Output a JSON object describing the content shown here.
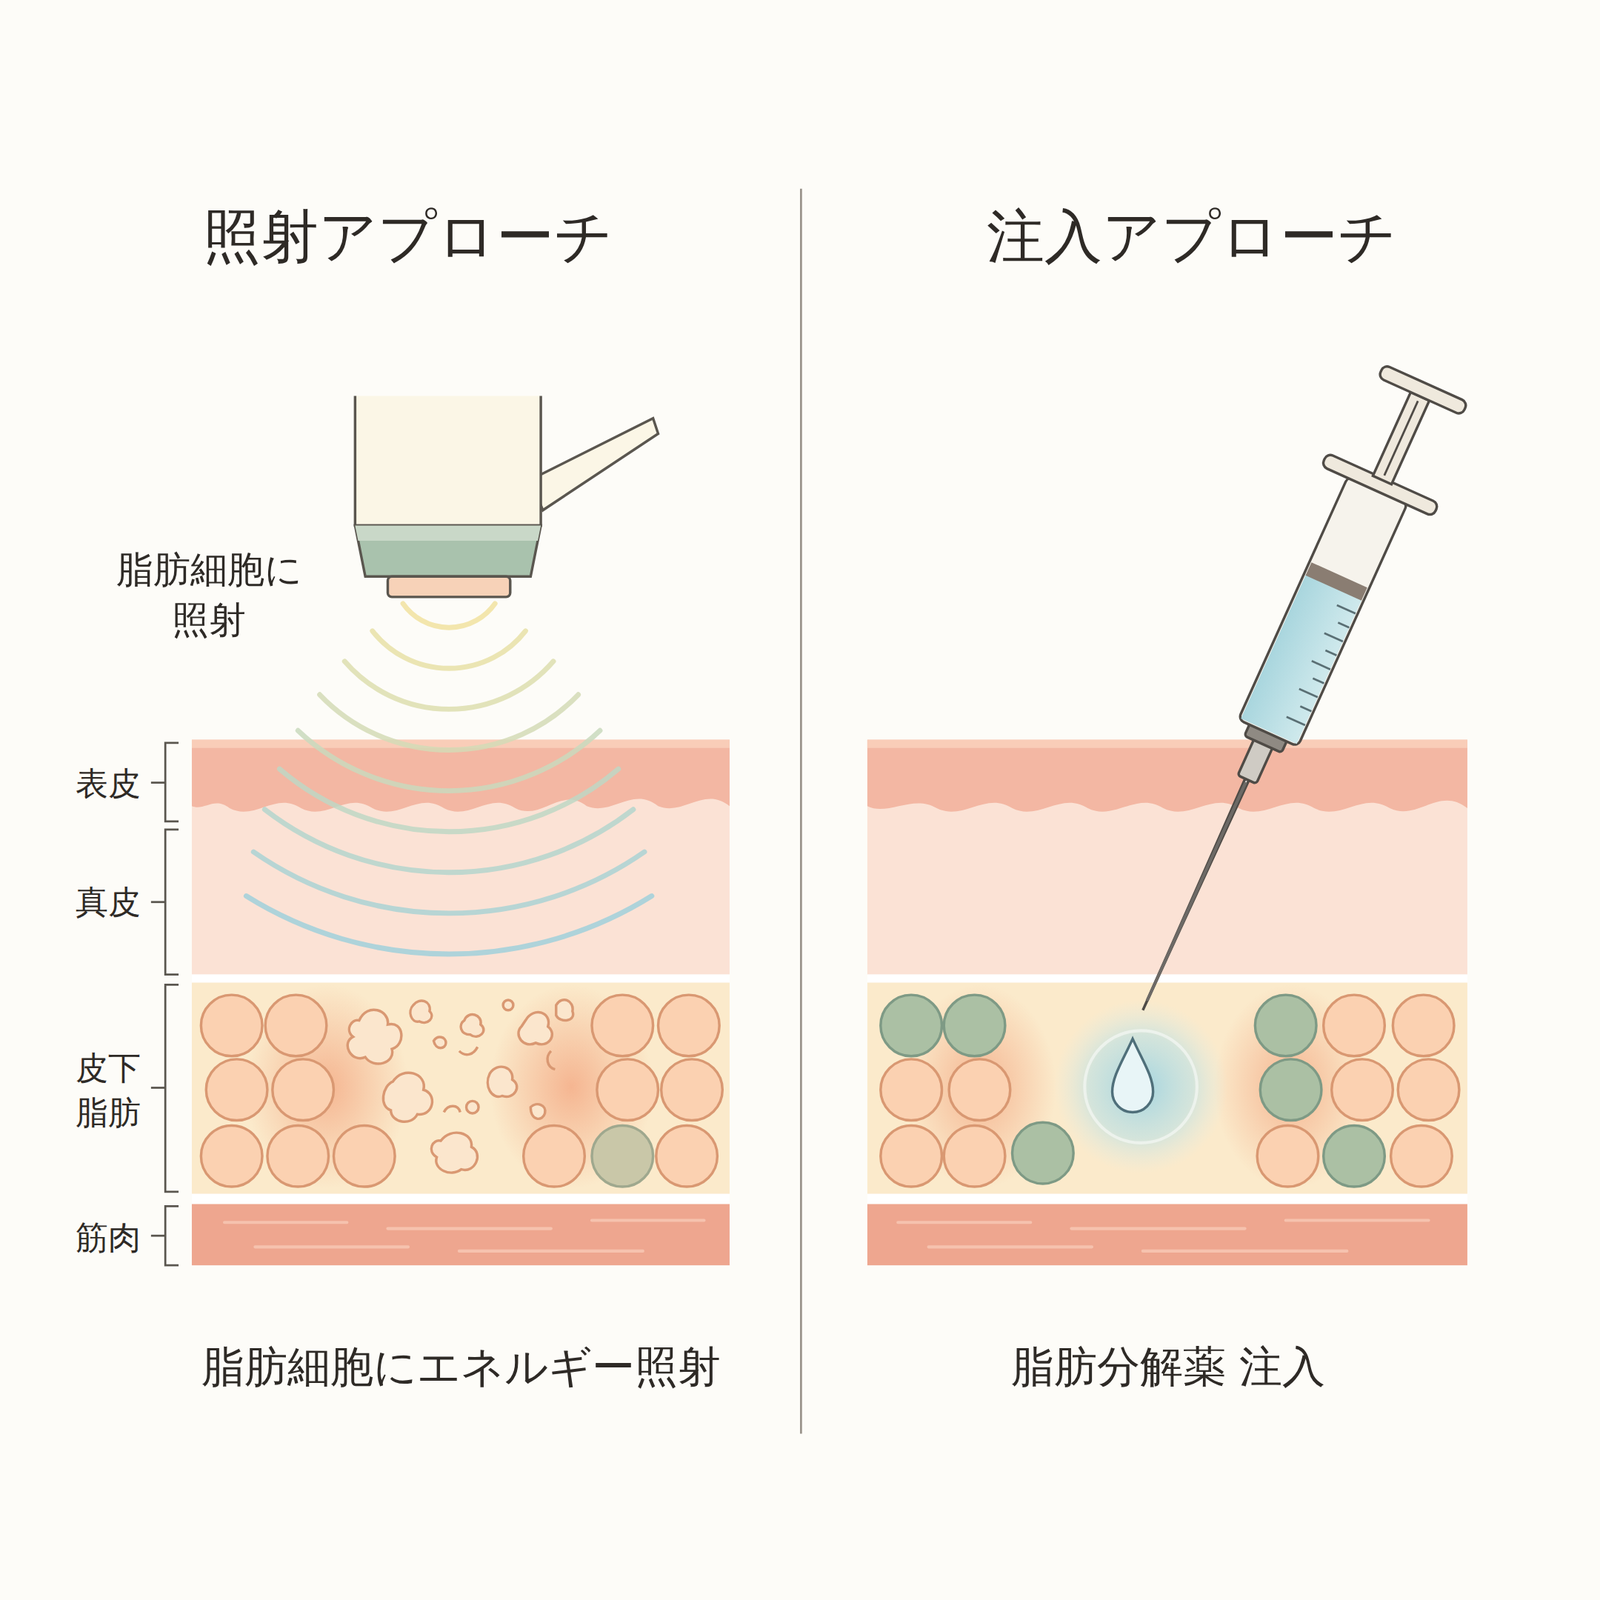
{
  "diagram": {
    "labels": [
      "照射アプローチ",
      "注入アプローチ",
      "脂肪細胞に 照射",
      "表皮",
      "真皮",
      "皮下 脂肪",
      "筋肉",
      "脂肪細胞にエネルギー照射",
      "脂肪分解薬 注入"
    ]
  }
}
